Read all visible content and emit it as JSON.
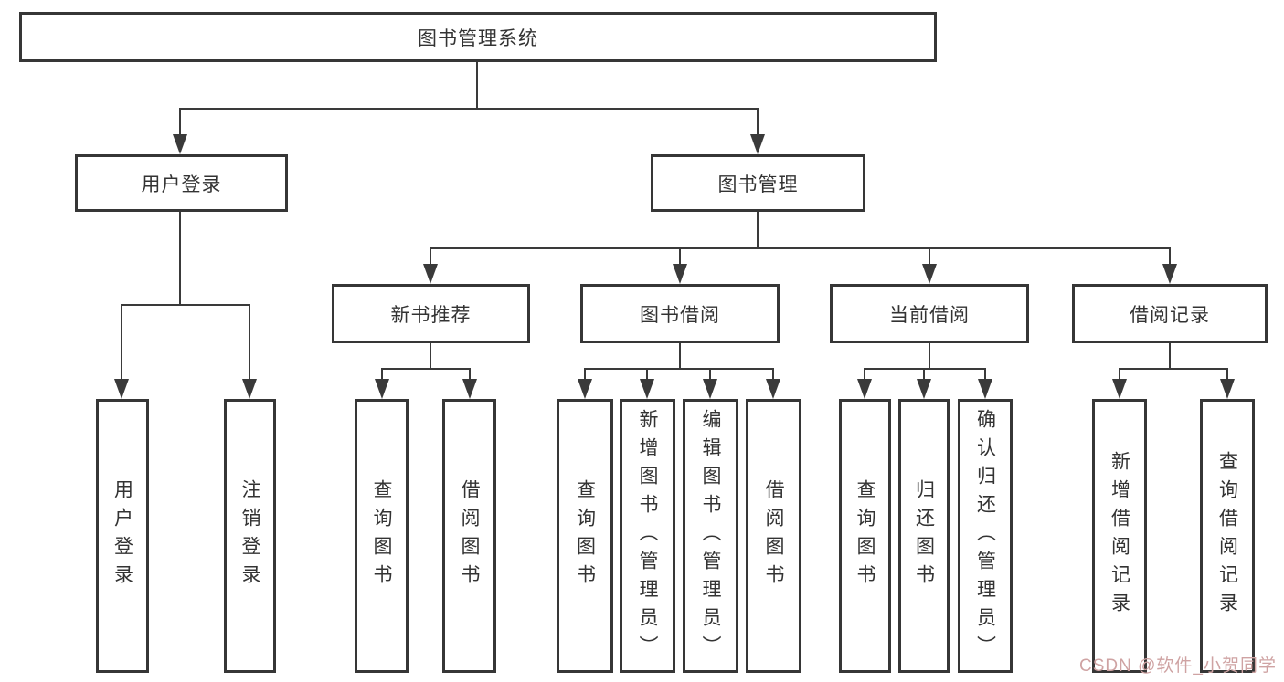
{
  "diagram": {
    "root": {
      "label": "图书管理系统",
      "children": [
        {
          "label": "用户登录",
          "children": [
            {
              "label": "用户登录"
            },
            {
              "label": "注销登录"
            }
          ]
        },
        {
          "label": "图书管理",
          "children": [
            {
              "label": "新书推荐",
              "children": [
                {
                  "label": "查询图书"
                },
                {
                  "label": "借阅图书"
                }
              ]
            },
            {
              "label": "图书借阅",
              "children": [
                {
                  "label": "查询图书"
                },
                {
                  "label": "新增图书（管理员）"
                },
                {
                  "label": "编辑图书（管理员）"
                },
                {
                  "label": "借阅图书"
                }
              ]
            },
            {
              "label": "当前借阅",
              "children": [
                {
                  "label": "查询图书"
                },
                {
                  "label": "归还图书"
                },
                {
                  "label": "确认归还（管理员）"
                }
              ]
            },
            {
              "label": "借阅记录",
              "children": [
                {
                  "label": "新增借阅记录"
                },
                {
                  "label": "查询借阅记录"
                }
              ]
            }
          ]
        }
      ]
    }
  },
  "watermark": {
    "text": "CSDN @软件_小贺同学",
    "color": "#cfa3a3"
  },
  "colors": {
    "line": "#3a3a3a",
    "box_border": "#363636",
    "text": "#333333",
    "background": "#ffffff"
  }
}
